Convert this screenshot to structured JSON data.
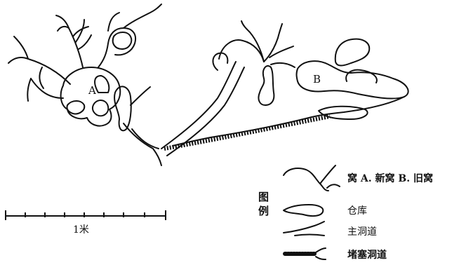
{
  "nodes": {
    "a": "A",
    "b": "B"
  },
  "legend": {
    "title_line1": "图",
    "title_line2": "例",
    "items": [
      {
        "icon": "nest-symbol-icon",
        "label": "窝 A. 新窝 B. 旧窝"
      },
      {
        "icon": "storage-symbol-icon",
        "label": "仓库"
      },
      {
        "icon": "main-tunnel-symbol-icon",
        "label": "主洞道"
      },
      {
        "icon": "blocked-tunnel-symbol-icon",
        "label": "堵塞洞道"
      }
    ]
  },
  "scale_bar": {
    "label": "1米"
  },
  "colors": {
    "ink": "#111111",
    "background": "#ffffff"
  }
}
